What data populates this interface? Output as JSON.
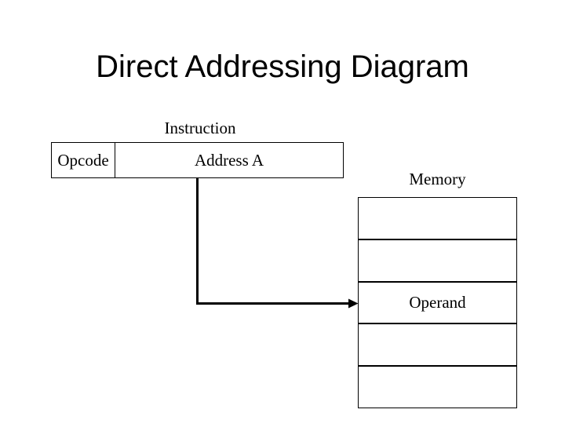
{
  "slide": {
    "title": "Direct Addressing Diagram",
    "background_color": "#ffffff",
    "line_color": "#000000"
  },
  "instruction": {
    "label": "Instruction",
    "fields": [
      {
        "name": "opcode",
        "text": "Opcode"
      },
      {
        "name": "address",
        "text": "Address A"
      }
    ]
  },
  "memory": {
    "label": "Memory",
    "cells": [
      {
        "index": 0,
        "text": ""
      },
      {
        "index": 1,
        "text": ""
      },
      {
        "index": 2,
        "text": "Operand"
      },
      {
        "index": 3,
        "text": ""
      },
      {
        "index": 4,
        "text": ""
      }
    ]
  },
  "connector": {
    "from": "address-field",
    "to": "memory-cell-operand",
    "arrow": "right-arrowhead"
  }
}
